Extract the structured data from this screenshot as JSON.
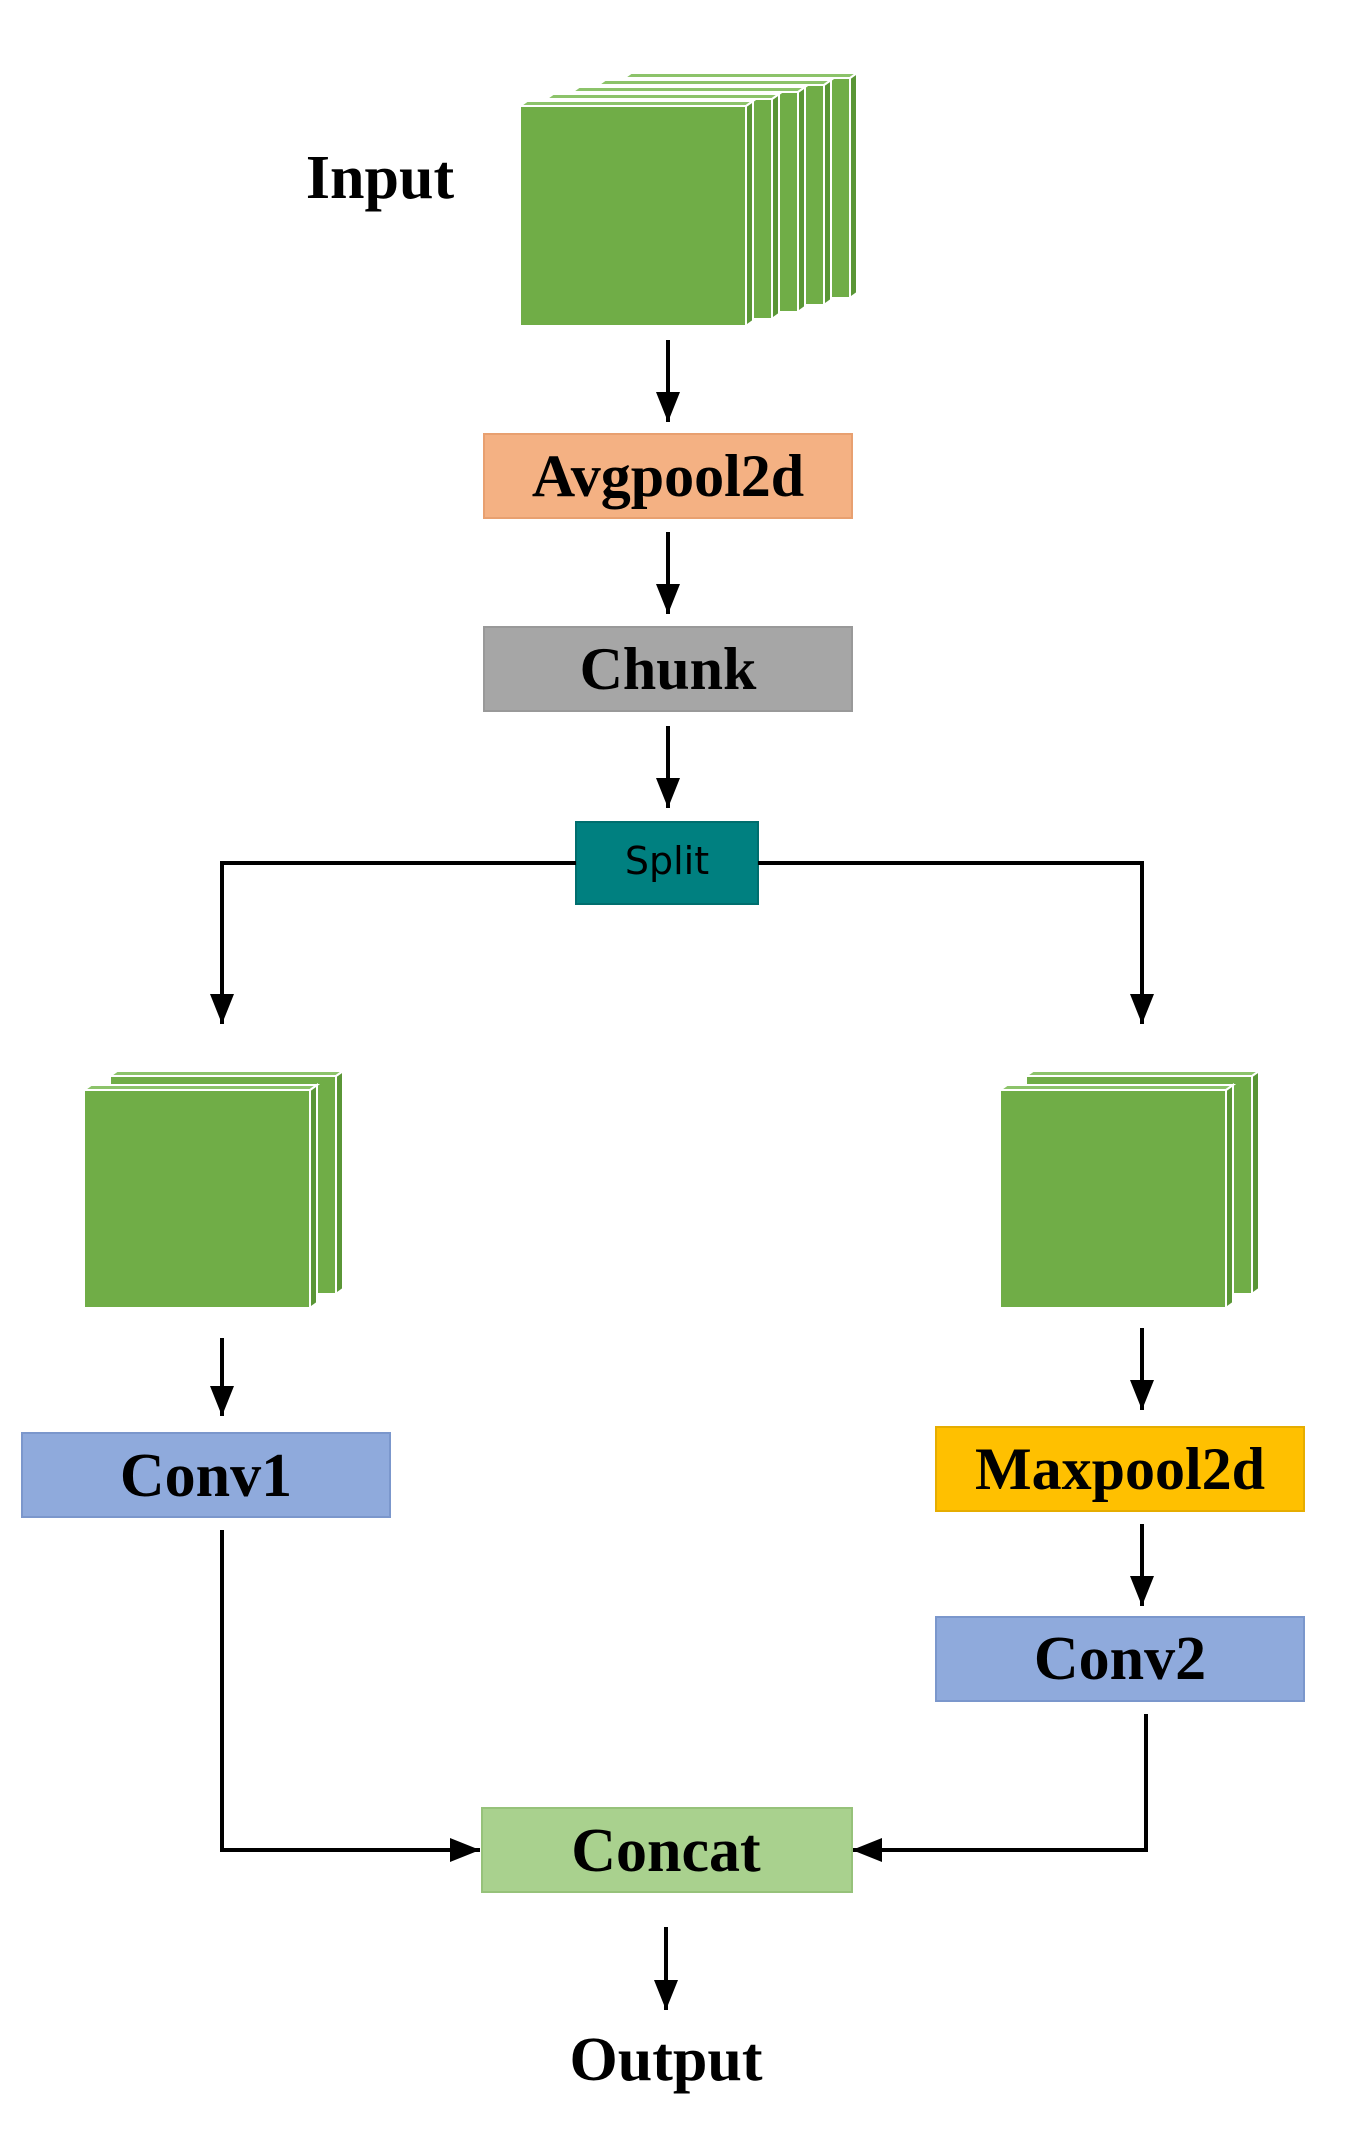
{
  "diagram": {
    "input_label": "Input",
    "output_label": "Output",
    "nodes": {
      "avgpool": {
        "label": "Avgpool2d",
        "color": "#f4b183"
      },
      "chunk": {
        "label": "Chunk",
        "color": "#a6a6a6"
      },
      "split": {
        "label": "Split",
        "color": "#008080"
      },
      "conv1": {
        "label": "Conv1",
        "color": "#8faadc"
      },
      "maxpool": {
        "label": "Maxpool2d",
        "color": "#ffc000"
      },
      "conv2": {
        "label": "Conv2",
        "color": "#8faadc"
      },
      "concat": {
        "label": "Concat",
        "color": "#a9d18e"
      }
    },
    "feature_map_color": "#70ad47",
    "arrow_color": "#000000",
    "stacks": {
      "input": {
        "layers": 5
      },
      "left_branch": {
        "layers": 2
      },
      "right_branch": {
        "layers": 2
      }
    }
  }
}
